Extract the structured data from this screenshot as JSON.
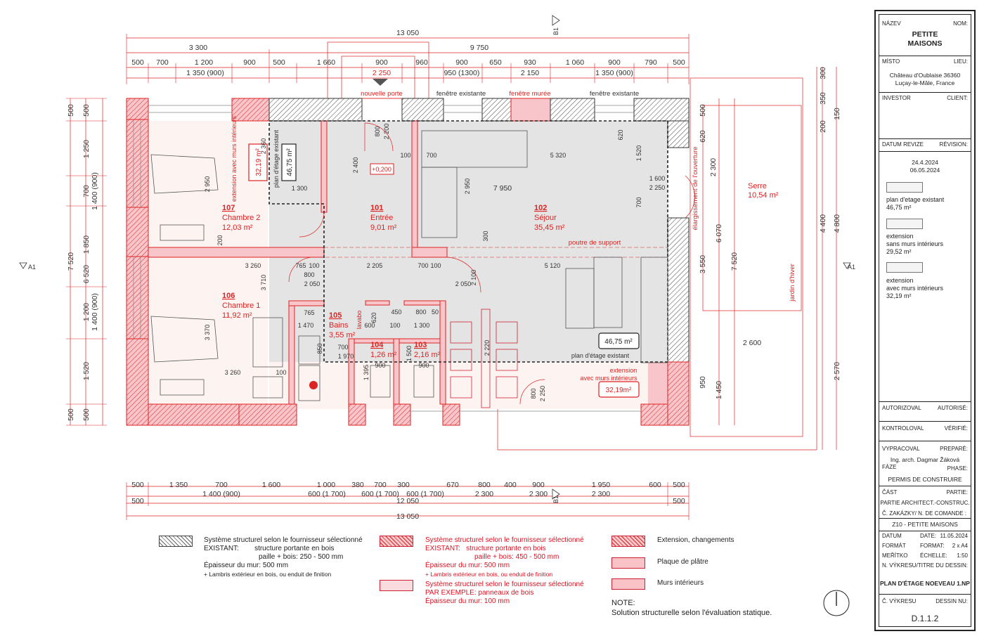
{
  "dims": {
    "top_total": "13 050",
    "top_row2": [
      "3 300",
      "9 750"
    ],
    "top_row3": [
      "500",
      "700",
      "1 200",
      "900",
      "500",
      "1 660",
      "900",
      "960",
      "900",
      "650",
      "930",
      "1 060",
      "900",
      "790",
      "500"
    ],
    "top_row4": [
      "1 350 (900)",
      "2 250",
      "950 (1300)",
      "2 150",
      "1 350 (900)"
    ],
    "bottom_row1": [
      "500",
      "1 350",
      "700",
      "1 600",
      "1 000",
      "380",
      "700",
      "300",
      "670",
      "800",
      "400",
      "900",
      "1 950",
      "600",
      "500"
    ],
    "bottom_row2": [
      "1 400 (900)",
      "600 (1 700)",
      "600 (1 700)",
      "600 (1 700)",
      "2 300",
      "2 300",
      "2 300"
    ],
    "bottom_row3": [
      "500",
      "12 050",
      "500"
    ],
    "bottom_total": "13 050",
    "left_outer": [
      "500",
      "1 250",
      "700",
      "1 850",
      "1 200",
      "1 520",
      "500"
    ],
    "left_mid": [
      "1 400 (900)",
      "1 400 (900)"
    ],
    "left_big": [
      "7 520",
      "6 520"
    ],
    "right_outer": [
      "300",
      "350",
      "150",
      "200",
      "4 400",
      "4 800",
      "2 570"
    ],
    "right_inner": [
      "500",
      "620",
      "2 300",
      "6 070",
      "3 550",
      "7 520",
      "950",
      "1 450",
      "2 600"
    ],
    "interior": [
      "1 300",
      "7 950",
      "2 360",
      "2 950",
      "3 710",
      "3 370",
      "3 260",
      "3 260",
      "765",
      "100",
      "2 205",
      "700",
      "100",
      "5 120",
      "800",
      "2 050",
      "2 050",
      "2 400",
      "2 950",
      "800",
      "2 200",
      "100",
      "700",
      "5 320",
      "1 600",
      "2 250",
      "1 520",
      "620",
      "700",
      "1 470",
      "850",
      "700",
      "1 970",
      "765",
      "450",
      "800",
      "50",
      "620",
      "1 300",
      "100",
      "600",
      "900",
      "900",
      "1 395",
      "1 500",
      "2 100",
      "2 220",
      "2 250",
      "800",
      "300",
      "200",
      "100",
      "+0,200"
    ]
  },
  "marks": {
    "section_b1_top": "B1",
    "section_b1_bottom": "B1",
    "section_a1_left": "A1",
    "section_a1_right": "A1"
  },
  "notes": {
    "nouvelle_porte": "nouvelle porte",
    "fenetre_existante_1": "fenêtre existante",
    "fenetre_muree": "fenêtre murée",
    "fenetre_existante_2": "fenêtre existante",
    "poutre": "poutre de support",
    "elargissement": "élargissement de l'ouverture",
    "jardin": "jardin d'hiver",
    "plan_existant_v": "plan d'étage existant",
    "extension_v": "extension avec murs intérieurs",
    "plan_existant_h": "plan d'étage existant",
    "extension_h1": "extension",
    "extension_h2": "avec murs intérieurs",
    "lavabo": "lavabo"
  },
  "area_boxes": {
    "box1": "32,19 m²",
    "box2": "46,75 m²",
    "box3": "46,75 m²",
    "box4": "32,19m²"
  },
  "rooms": [
    {
      "num": "107",
      "name": "Chambre 2",
      "area": "12,03 m²"
    },
    {
      "num": "101",
      "name": "Entrée",
      "area": "9,01 m²"
    },
    {
      "num": "102",
      "name": "Séjour",
      "area": "35,45 m²"
    },
    {
      "num": "106",
      "name": "Chambre 1",
      "area": "11,92 m²"
    },
    {
      "num": "105",
      "name": "Bains",
      "area": "3,55 m²"
    },
    {
      "num": "104",
      "name": "",
      "area": "1,26 m²"
    },
    {
      "num": "103",
      "name": "",
      "area": "2,16 m²"
    },
    {
      "num": "",
      "name": "Serre",
      "area": "10,54 m²"
    }
  ],
  "legend": {
    "l1_title": "Système structurel selon le fournisseur sélectionné",
    "l1_line2a": "EXISTANT:",
    "l1_line2b": "structure portante en bois",
    "l1_line3": "paille + bois: 250 - 500 mm",
    "l1_line4": "Épaisseur du mur: 500 mm",
    "l1_line5": "+ Lambris extérieur en bois, ou enduit de finition",
    "l2_title": "Système structurel selon le fournisseur sélectionné",
    "l2_line2a": "EXISTANT:",
    "l2_line2b": "structure portante en bois",
    "l2_line3": "paille + bois: 450 - 500 mm",
    "l2_line4": "Épaisseur du mur: 500 mm",
    "l2_line5": "+ Lambris extérieur en bois, ou enduit de finition",
    "l3_title": "Système structurel selon le fournisseur sélectionné",
    "l3_line2": "PAR EXEMPLE: panneaux de bois",
    "l3_line3": "Épaisseur du mur: 100 mm",
    "l4": "Extension, changements",
    "l5": "Plaque de plâtre",
    "l6": "Murs intérieurs",
    "note_title": "NOTE:",
    "note_text": "Solution structurelle selon l'évaluation statique."
  },
  "title_block": {
    "nazev": "NÁZEV",
    "nom": "NOM:",
    "project": "PETITE",
    "project2": "MAISONS",
    "misto": "MÍSTO",
    "lieu": "LIEU:",
    "address1": "Château d'Oublaise 36360",
    "address2": "Luçay-le-Mâle, France",
    "investor": "INVESTOR",
    "client": "CLIENT:",
    "datum_revize": "DATUM REVIZE",
    "revision": "RÉVISION:",
    "rev1": "24.4.2024",
    "rev2": "06.05.2024",
    "leg1a": "plan d'etage existant",
    "leg1b": "46,75 m²",
    "leg2a": "extension",
    "leg2b": "sans murs intérieurs",
    "leg2c": "29,52 m²",
    "leg3a": "extension",
    "leg3b": "avec murs intérieurs",
    "leg3c": "32,19 m²",
    "autorizoval": "AUTORIZOVAL",
    "autorise": "AUTORISÉ:",
    "kontroloval": "KONTROLOVAL",
    "verifie": "VÉRIFIÉ:",
    "vypracoval": "VYPRACOVAL",
    "prepare": "PREPARÉ:",
    "architect": "Ing. arch. Dagmar Žáková",
    "faze": "FÁZE",
    "phase": "PHASE:",
    "phase_val": "PERMIS DE CONSTRUIRE",
    "cast": "ČÁST",
    "partie": "PARTIE:",
    "partie_val": "PARTIE ARCHITECT.-CONSTRUC.",
    "zakazky": "Č. ZAKÁZKY/ N. DE COMANDE :",
    "zakazky_val": "Z10 - PETITE MAISONS",
    "datum": "DATUM",
    "date": "DATE:",
    "date_val": "11.05.2024",
    "format": "FORMÁT",
    "format2": "FORMAT:",
    "format_val": "2 x A4",
    "meritko": "MEŘÍTKO",
    "echelle": "ÉCHELLE:",
    "echelle_val": "1:50",
    "vykresu": "N. VÝKRESU/",
    "titre": "TITRE DU DESSIN:",
    "titre_val": "PLAN D'ÉTAGE NOEVEAU 1.NP",
    "cvykresu": "Č. VÝKRESU",
    "dessin": "DESSIN NU:",
    "dessin_val": "D.1.1.2"
  }
}
